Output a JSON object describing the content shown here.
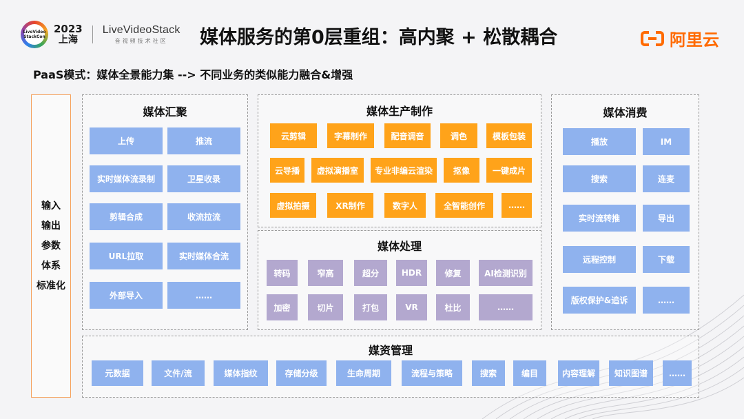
{
  "header": {
    "logo_circle_text": "LiveVideo StackCon",
    "year": "2023",
    "city": "上海",
    "brand_name": "LiveVideoStack",
    "brand_sub": "音视频技术社区",
    "title": "媒体服务的第0层重组：高内聚 + 松散耦合",
    "aliyun": "阿里云"
  },
  "subtitle": "PaaS模式：媒体全景能力集  -->  不同业务的类似能力融合&增强",
  "standards": [
    "输入",
    "输出",
    "参数",
    "体系",
    "标准化"
  ],
  "media_collect": {
    "title": "媒体汇聚",
    "items": [
      "上传",
      "推流",
      "实时媒体流录制",
      "卫星收录",
      "剪辑合成",
      "收流拉流",
      "URL拉取",
      "实时媒体合流",
      "外部导入",
      "……"
    ]
  },
  "media_production": {
    "title": "媒体生产制作",
    "items": [
      "云剪辑",
      "字幕制作",
      "配音调音",
      "调色",
      "模板包装",
      "云导播",
      "虚拟演播室",
      "专业非编云渲染",
      "抠像",
      "一键成片",
      "虚拟拍摄",
      "XR制作",
      "数字人",
      "全智能创作",
      "……"
    ]
  },
  "media_processing": {
    "title": "媒体处理",
    "items": [
      "转码",
      "窄高",
      "超分",
      "HDR",
      "修复",
      "AI检测识别",
      "加密",
      "切片",
      "打包",
      "VR",
      "杜比",
      "……"
    ]
  },
  "media_consume": {
    "title": "媒体消费",
    "items": [
      "播放",
      "IM",
      "搜索",
      "连麦",
      "实时流转推",
      "导出",
      "远程控制",
      "下载",
      "版权保护&追诉",
      "……"
    ]
  },
  "asset_mgmt": {
    "title": "媒资管理",
    "items": [
      "元数据",
      "文件/流",
      "媒体指纹",
      "存储分级",
      "生命周期",
      "流程与策略",
      "搜索",
      "编目",
      "内容理解",
      "知识图谱",
      "……"
    ]
  },
  "colors": {
    "blue": "#8fb2ee",
    "orange": "#ffa31a",
    "purple": "#b3a8cf",
    "std_border": "#f5a05a",
    "aliyun": "#ff6a00"
  }
}
